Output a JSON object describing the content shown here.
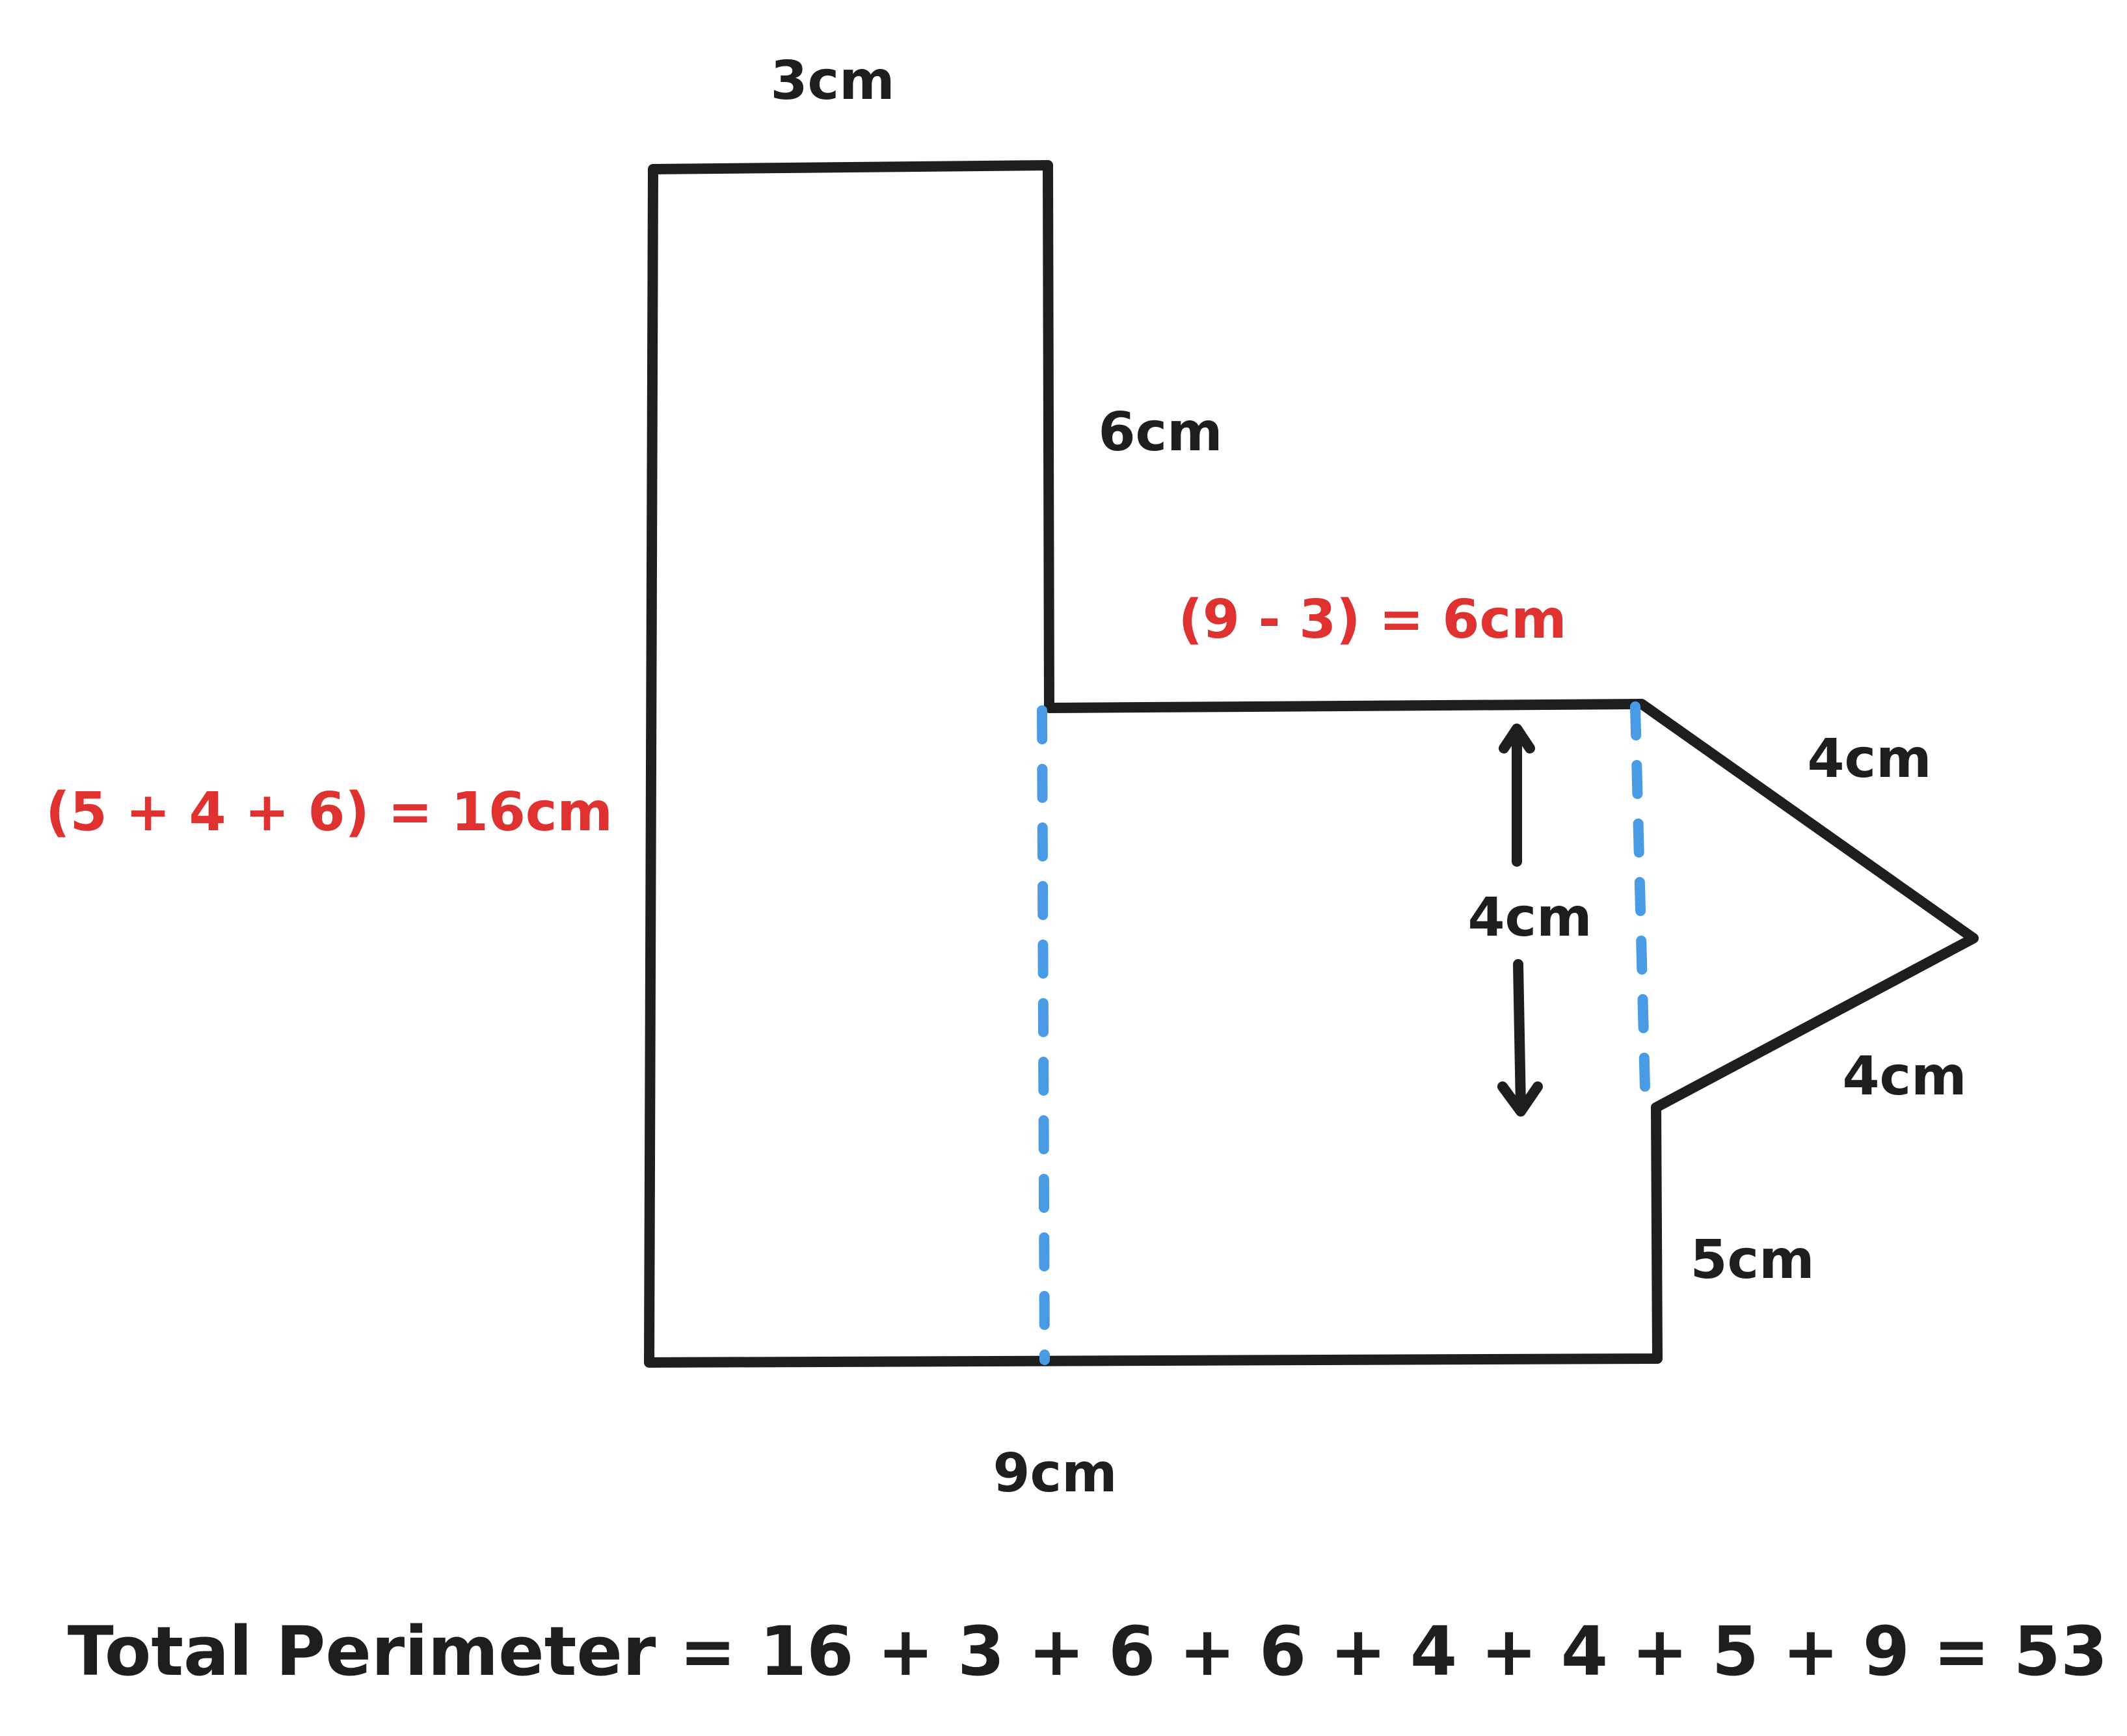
{
  "colors": {
    "outline": "#1e1e1e",
    "guide": "#4a9be6",
    "annotation": "#e03131"
  },
  "labels": {
    "top_width": "3cm",
    "upper_right_height": "6cm",
    "ledge_width": "(9 - 3) = 6cm",
    "left_height": "(5 + 4 + 6) = 16cm",
    "triangle_upper": "4cm",
    "triangle_lower": "4cm",
    "inner_height": "4cm",
    "lower_right_height": "5cm",
    "bottom_width": "9cm"
  },
  "total": "Total Perimeter = 16 + 3 + 6 + 6 + 4 + 4 + 5 + 9 = 53"
}
